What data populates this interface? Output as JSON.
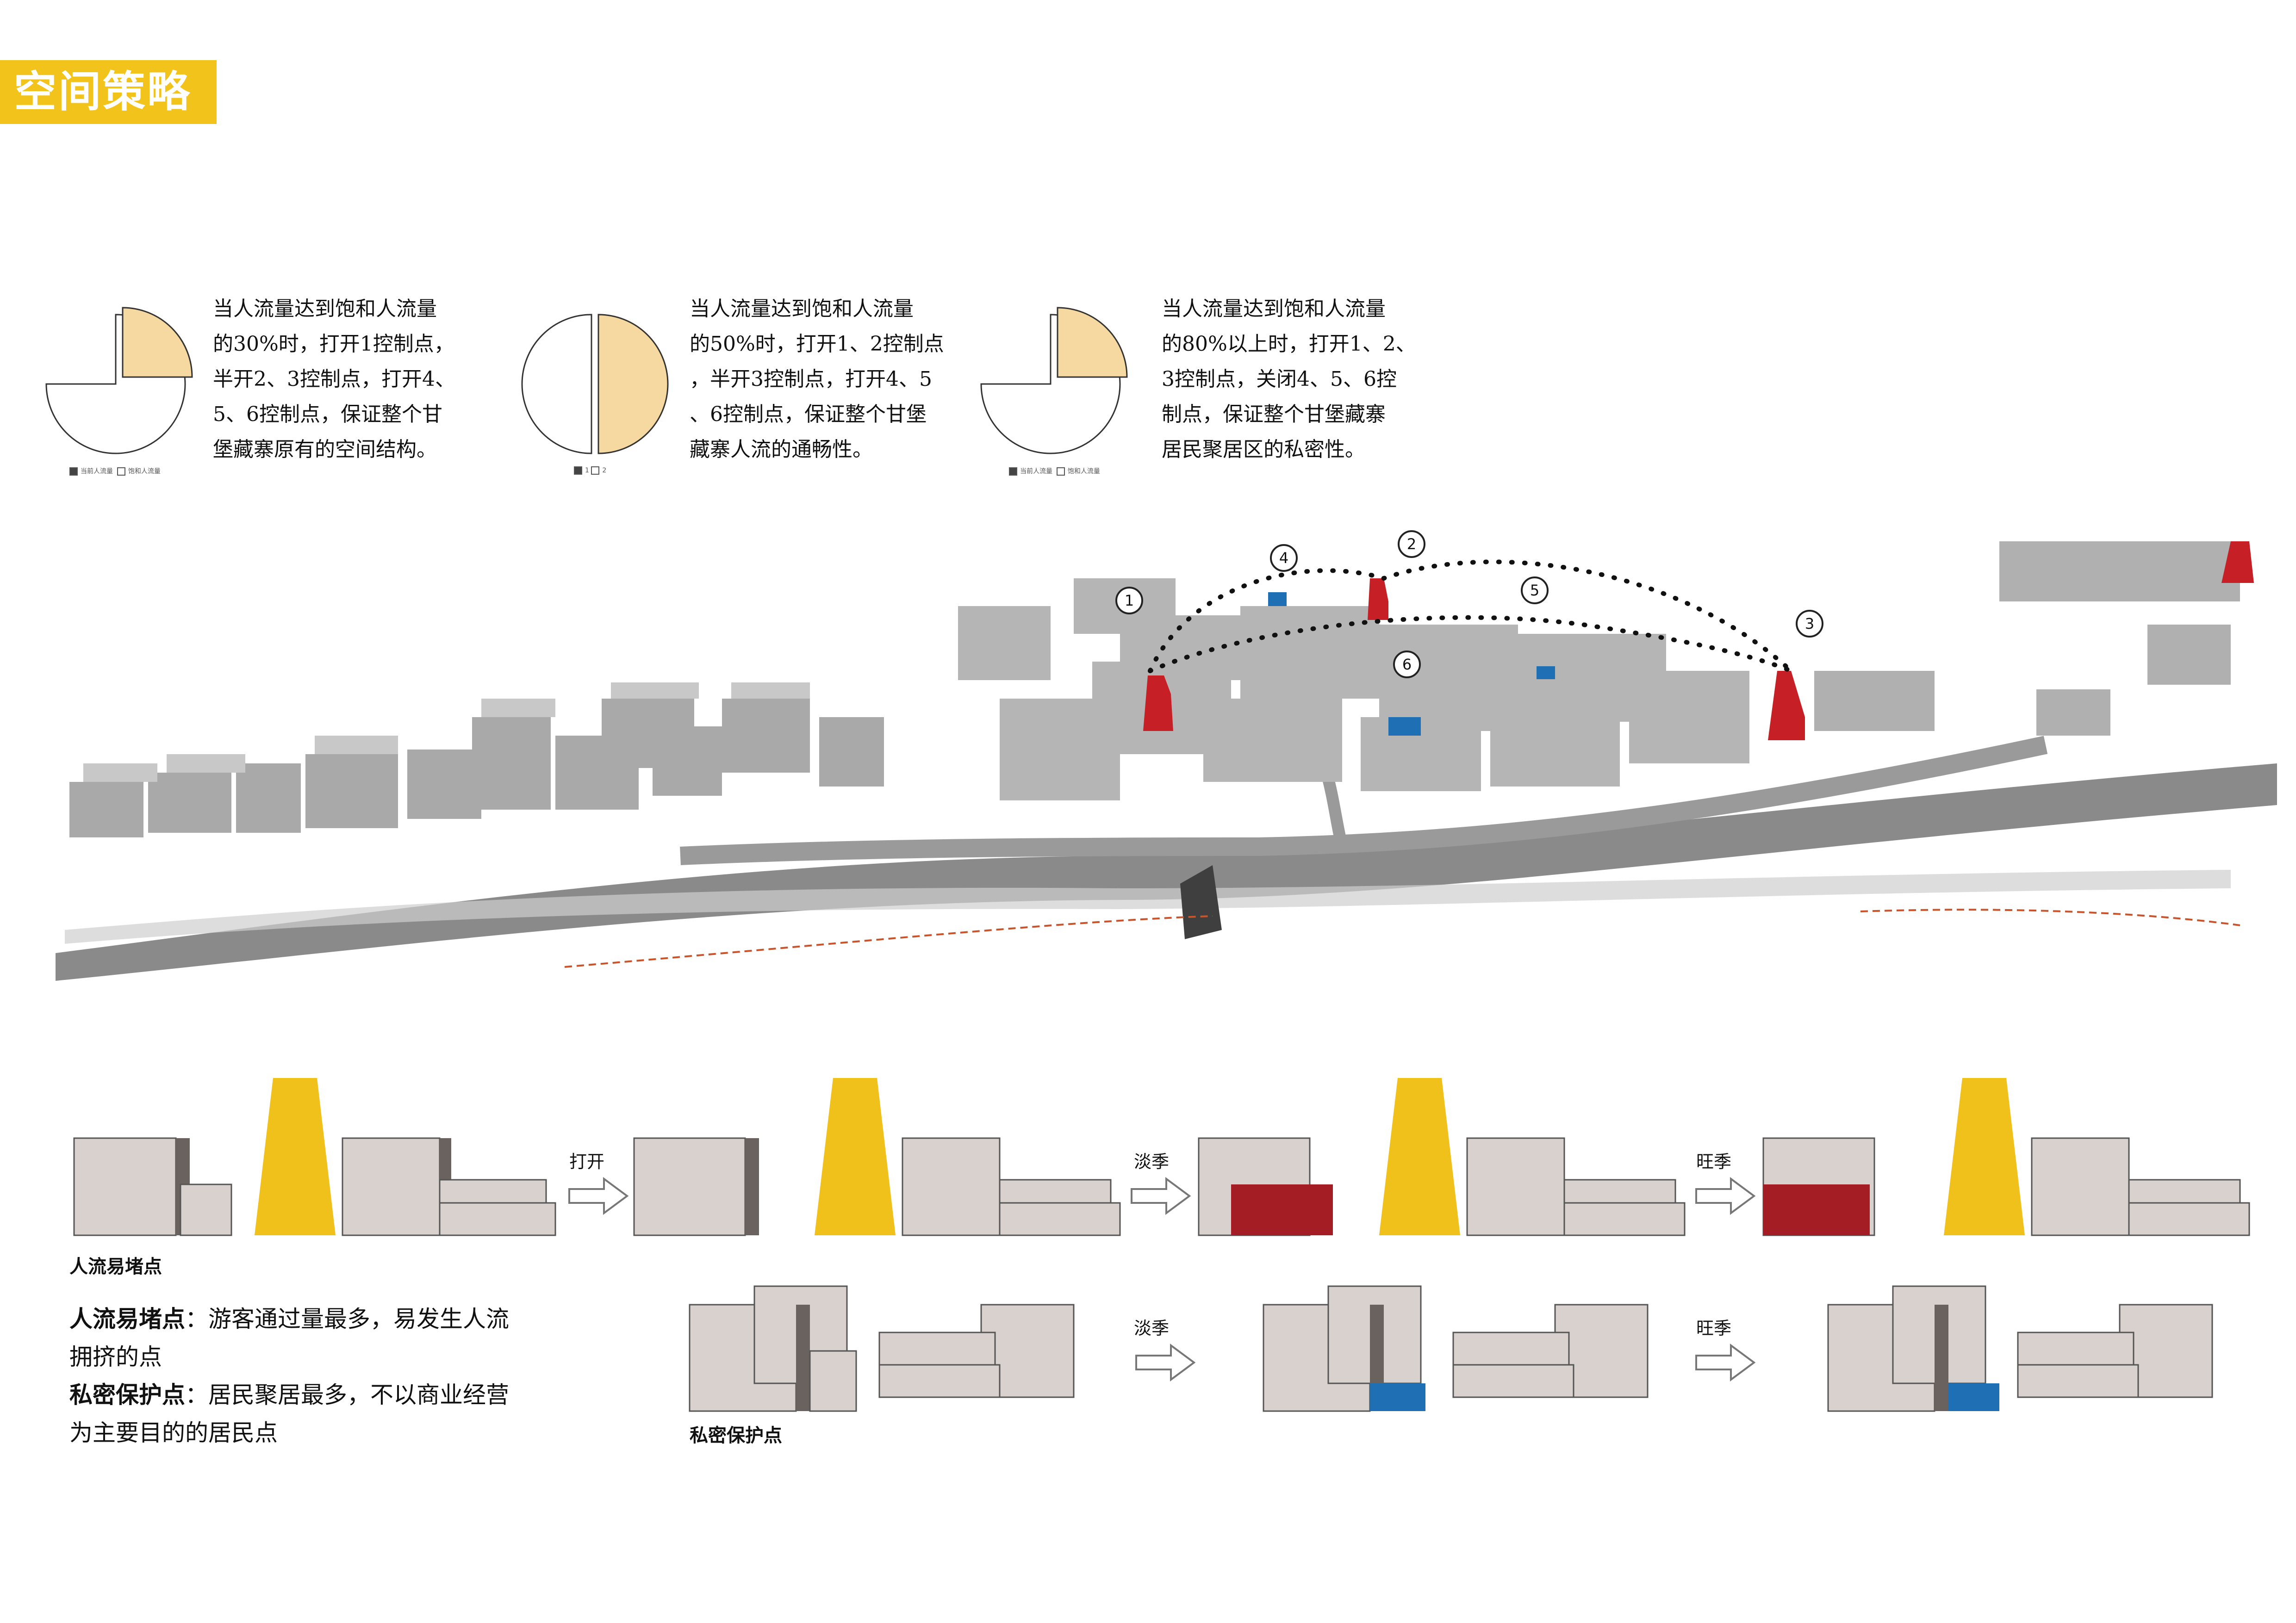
{
  "title": "空间策略",
  "pies": [
    {
      "caption": "当人流量达到饱和人流量\n的30%时，打开1控制点，\n半开2、3控制点，打开4、\n5、6控制点，保证整个甘\n堡藏寨原有的空间结构。",
      "legend": [
        "当前人流量",
        "饱和人流量"
      ],
      "fraction": 0.25
    },
    {
      "caption": "当人流量达到饱和人流量\n的50%时，打开1、2控制点\n，半开3控制点，打开4、5\n、6控制点，保证整个甘堡\n藏寨人流的通畅性。",
      "legend": [
        "1",
        "2"
      ],
      "fraction": 0.5
    },
    {
      "caption": "当人流量达到饱和人流量\n的80%以上时，打开1、2、\n3控制点，关闭4、5、6控\n制点，保证整个甘堡藏寨\n居民聚居区的私密性。",
      "legend": [
        "当前人流量",
        "饱和人流量"
      ],
      "fraction": 0.25
    }
  ],
  "markers": [
    "1",
    "2",
    "3",
    "4",
    "5",
    "6"
  ],
  "steps": {
    "open": "打开",
    "off_season": "淡季",
    "peak_season": "旺季"
  },
  "sections": {
    "crowd": "人流易堵点",
    "privacy": "私密保护点"
  },
  "notes": [
    {
      "term": "人流易堵点",
      "text": "：游客通过量最多，易发生人流\n拥挤的点"
    },
    {
      "term": "私密保护点",
      "text": "：居民聚居最多，不以商业经营\n为主要目的的居民点"
    }
  ],
  "colors": {
    "accent_yellow": "#f2c31a",
    "pie_fill": "#f5d9a0",
    "control_red": "#c62026",
    "privacy_blue": "#1f6fb5",
    "block_face": "#d9d1cd",
    "block_side": "#6a625f"
  }
}
